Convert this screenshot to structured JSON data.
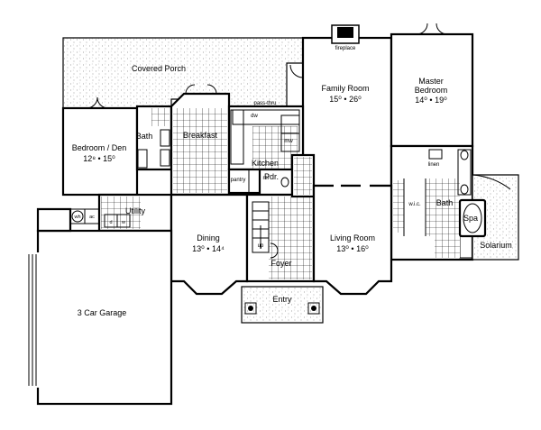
{
  "rooms": {
    "covered_porch": "Covered Porch",
    "family_room": "Family Room",
    "family_room_dims": "15⁰ • 26⁰",
    "master_bedroom_line1": "Master",
    "master_bedroom_line2": "Bedroom",
    "master_bedroom_dims": "14⁰ • 19⁰",
    "bedroom_den": "Bedroom / Den",
    "bedroom_den_dims": "12⁸ • 15⁰",
    "breakfast": "Breakfast",
    "kitchen": "Kitchen",
    "bath_left": "Bath",
    "bath_master": "Bath",
    "utility": "Utility",
    "dining": "Dining",
    "dining_dims": "13⁰ • 14⁴",
    "living_room": "Living Room",
    "living_room_dims": "13⁰ • 16⁰",
    "foyer": "Foyer",
    "entry": "Entry",
    "garage": "3 Car Garage",
    "solarium": "Solarium",
    "spa": "Spa",
    "pdr": "Pdr."
  },
  "fixtures": {
    "fireplace": "fireplace",
    "pass_thru": "pass-thru",
    "dw": "dw",
    "mw": "mw",
    "pantry": "pantry",
    "ref": "ref",
    "linen": "linen",
    "wic": "w.i.c.",
    "wh": "wh",
    "ac": "ac",
    "d": "d",
    "w": "w",
    "up": "up"
  }
}
